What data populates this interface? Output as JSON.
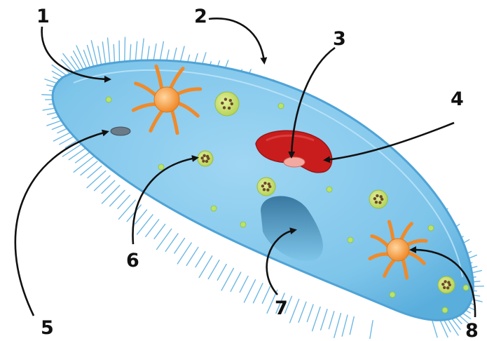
{
  "labels": [
    "1",
    "2",
    "3",
    "4",
    "5",
    "6",
    "7",
    "8"
  ],
  "colors": {
    "body_fill": "#7ec5ea",
    "body_edge": "#4fa3d6",
    "cilia": "#6fb8e3",
    "contractile_vacuole": "#f08a2a",
    "macronucleus": "#c91d1d",
    "food_vacuole": "#c5dd6a",
    "oral_groove": "#3e7fa8",
    "arrow": "#111111"
  },
  "icons": [
    "contractile-vacuole-icon",
    "macronucleus-icon",
    "micronucleus-icon",
    "food-vacuole-icon",
    "oral-groove-icon",
    "anal-pore-icon"
  ]
}
